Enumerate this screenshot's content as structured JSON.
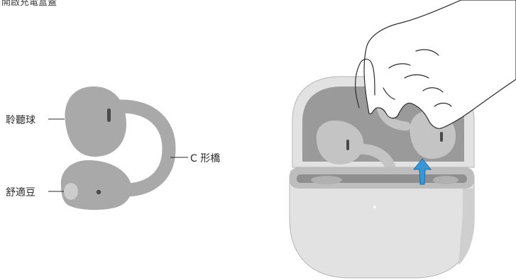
{
  "top_caption": "開啟充電盒蓋",
  "labels": {
    "receiver": "聆聽球",
    "bridge": "C 形橋",
    "fit_bud": "舒適豆"
  },
  "colors": {
    "earbud_gray": "#a9a9a9",
    "earbud_light": "#c4c4c4",
    "case_light": "#e2e2e2",
    "case_mid": "#cfcfcf",
    "case_dark": "#9a9a9a",
    "arrow_blue": "#3a97d4",
    "line_dark": "#2b2b2b"
  },
  "icons": [
    "hand-icon",
    "up-arrow-icon",
    "charging-case-icon",
    "earbud-icon"
  ]
}
